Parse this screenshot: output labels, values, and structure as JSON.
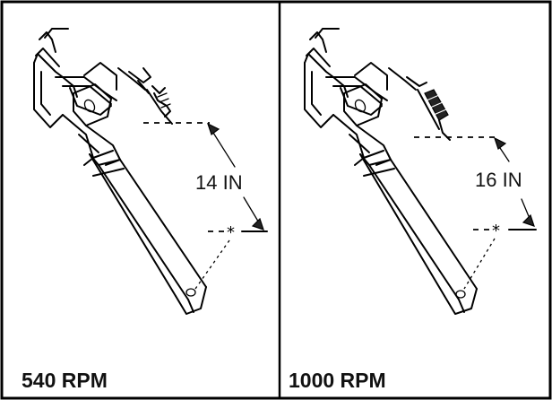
{
  "panels": [
    {
      "caption": "540 RPM",
      "dimension_label": "14 IN",
      "marker": "*"
    },
    {
      "caption": "1000 RPM",
      "dimension_label": "16 IN",
      "marker": "*"
    }
  ]
}
